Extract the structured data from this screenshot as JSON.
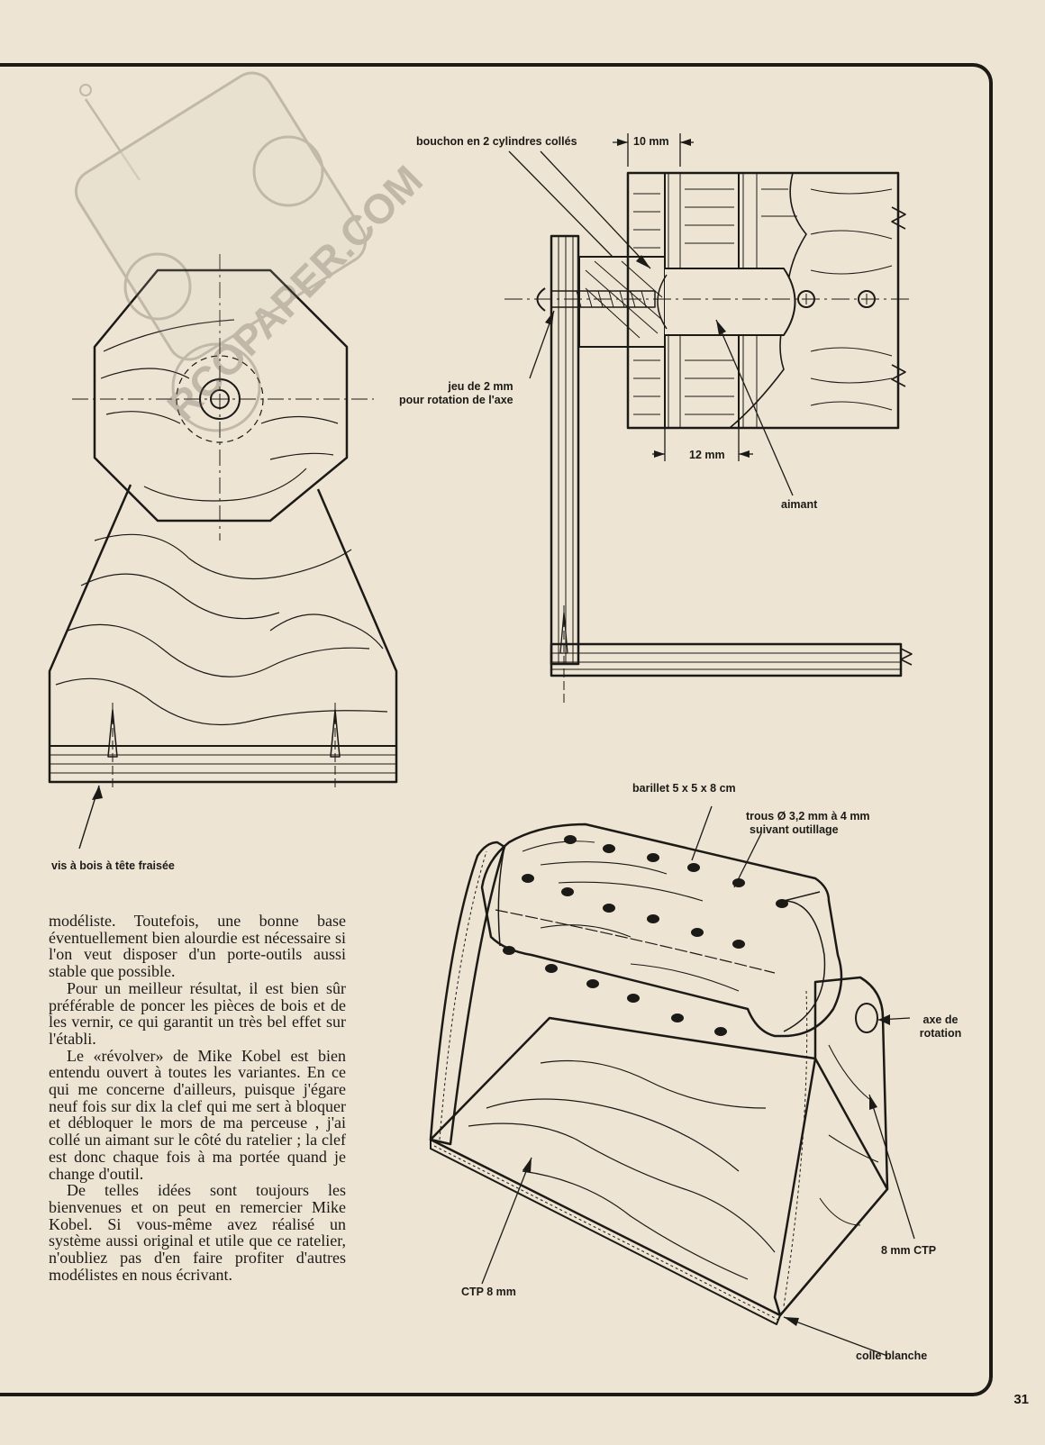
{
  "labels": {
    "plug": "bouchon en 2 cylindres collés",
    "dim10": "10 mm",
    "play_line1": "jeu   de 2 mm",
    "play_line2": "pour rotation de l'axe",
    "dim12": "12 mm",
    "magnet": "aimant",
    "barrel": "barillet 5 x 5 x 8 cm",
    "holes_line1": "trous Ø 3,2 mm à 4 mm",
    "holes_line2": "suivant outillage",
    "axis_line1": "axe de",
    "axis_line2": "rotation",
    "ctp_right": "8 mm CTP",
    "ctp_left": "CTP 8 mm",
    "glue": "colle blanche",
    "screws": "vis à bois à tête fraisée"
  },
  "watermark": "RCOPAPER.COM",
  "body_paragraphs": [
    "modéliste. Toutefois, une bonne base éventuellement bien alourdie est nécessaire si l'on veut disposer d'un porte-outils aussi stable que possible.",
    "Pour un meilleur résultat, il est bien sûr préférable de poncer les pièces de bois et de les vernir, ce qui garantit un très bel effet sur l'établi.",
    "Le «révolver» de Mike Kobel est bien entendu ouvert à toutes les variantes. En ce qui me concerne d'ailleurs, puisque j'égare neuf fois sur dix la clef qui me sert à bloquer et débloquer le mors de ma perceuse , j'ai collé un aimant sur le côté du ratelier ; la clef est donc chaque fois à ma portée quand je change d'outil.",
    "De telles idées sont toujours les bienvenues et on peut en remercier Mike Kobel. Si vous-même  avez réalisé un système aussi original et utile que ce ratelier, n'oubliez pas d'en faire profiter d'autres modélistes en nous écrivant."
  ],
  "page_number": "31"
}
